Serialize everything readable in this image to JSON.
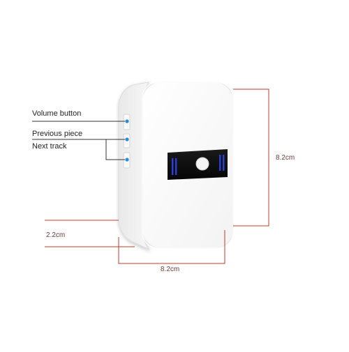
{
  "labels": {
    "volume_button": "Volume button",
    "previous_piece": "Previous piece",
    "next_track": "Next track"
  },
  "dimensions": {
    "height": "8.2cm",
    "width": "8.2cm",
    "depth": "2.2cm"
  },
  "colors": {
    "dimension_line": "#c0392b",
    "leader_line": "#333333",
    "button_dot": "#2a8fd6",
    "device_body": "#ffffff",
    "control_panel": "#0b0b0b",
    "control_accent": "#2b3fd8"
  }
}
